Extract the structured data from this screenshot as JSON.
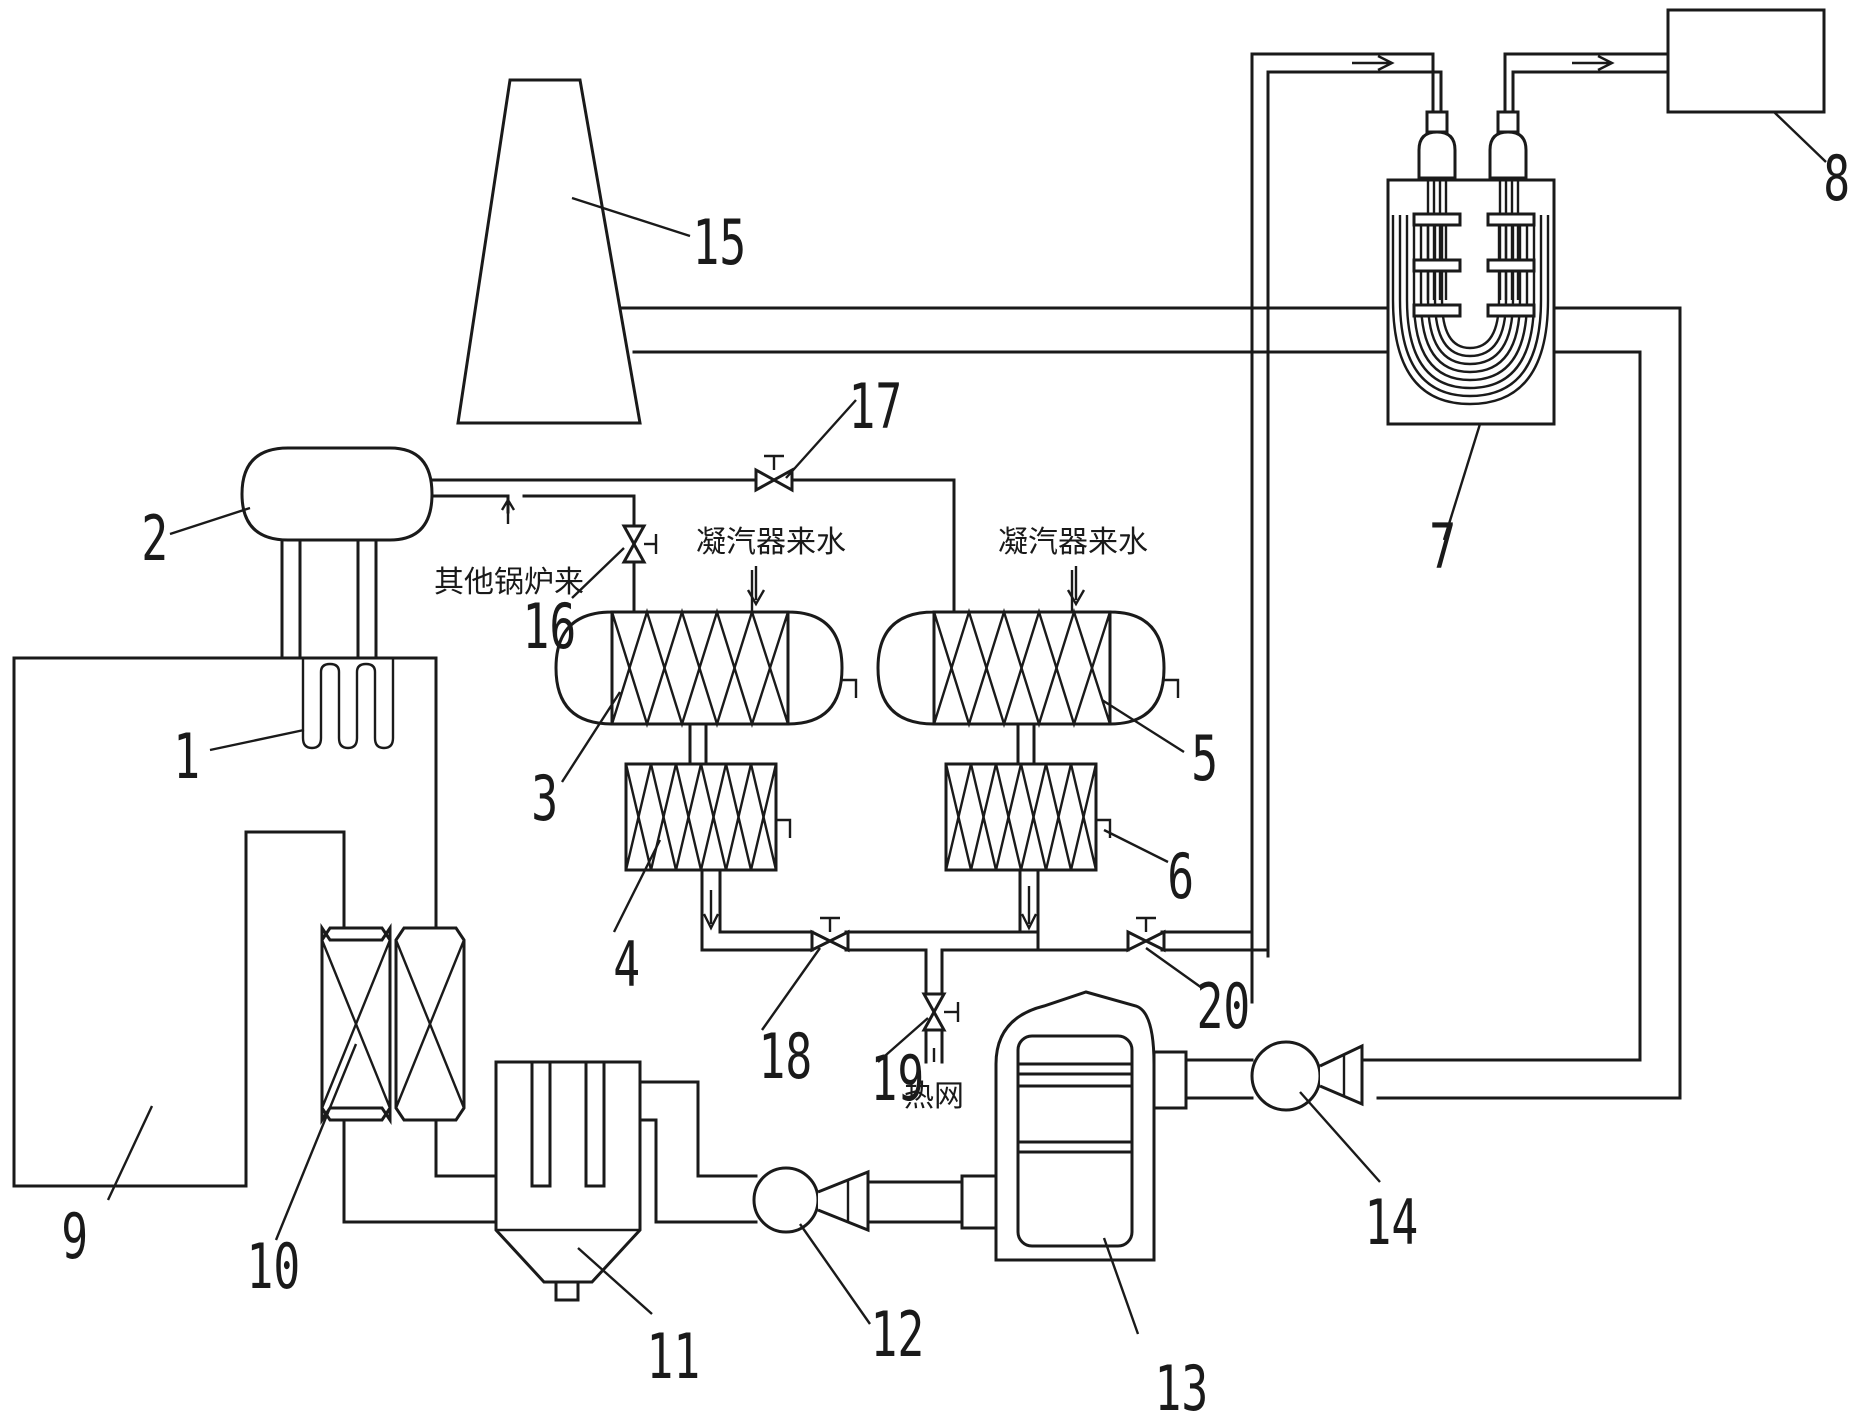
{
  "labels": {
    "n1": "1",
    "n2": "2",
    "n3": "3",
    "n4": "4",
    "n5": "5",
    "n6": "6",
    "n7": "7",
    "n8": "8",
    "n9": "9",
    "n10": "10",
    "n11": "11",
    "n12": "12",
    "n13": "13",
    "n14": "14",
    "n15": "15",
    "n16": "16",
    "n17": "17",
    "n18": "18",
    "n19": "19",
    "n20": "20"
  },
  "annotations": {
    "other_boiler": "其他锅炉来",
    "condenser_water_left": "凝汽器来水",
    "condenser_water_right": "凝汽器来水",
    "heat_network": "热网"
  }
}
